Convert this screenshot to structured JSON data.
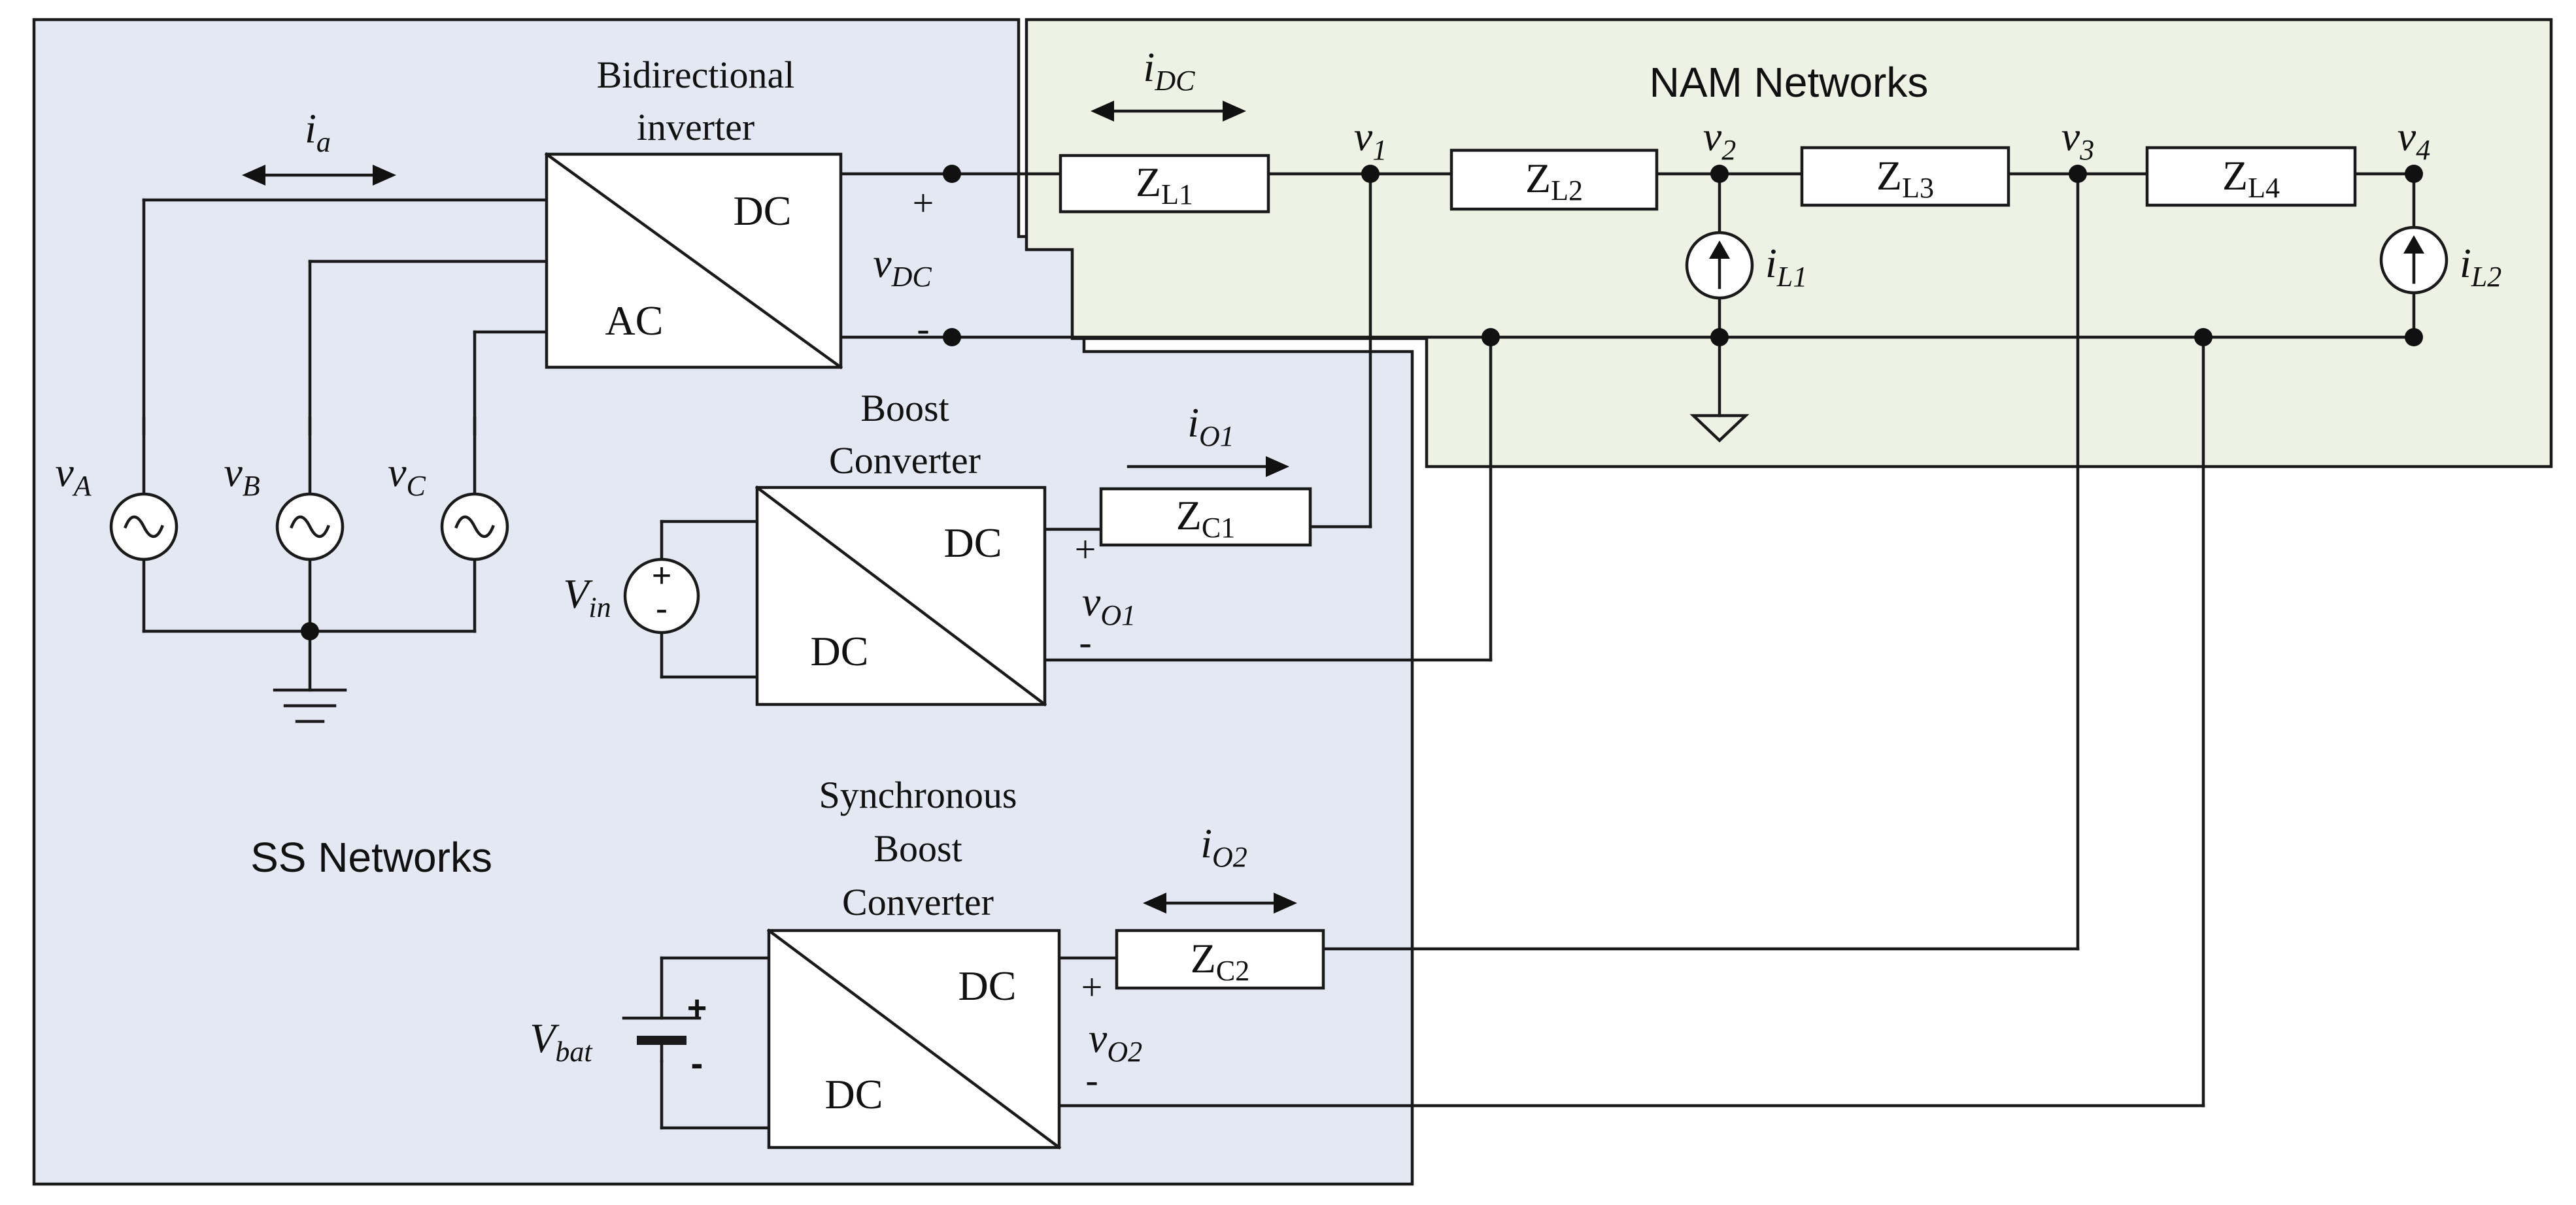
{
  "colors": {
    "ss_region": "#e3e8f2",
    "nam_region": "#eef2e4",
    "line": "#1a1a1a"
  },
  "regions": {
    "ss": "SS Networks",
    "nam": "NAM Networks"
  },
  "converters": {
    "inverter": {
      "title_1": "Bidirectional",
      "title_2": "inverter",
      "top": "DC",
      "bottom": "AC"
    },
    "boost": {
      "title_1": "Boost",
      "title_2": "Converter",
      "top": "DC",
      "bottom": "DC"
    },
    "sync_boost": {
      "title_1": "Synchronous",
      "title_2": "Boost",
      "title_3": "Converter",
      "top": "DC",
      "bottom": "DC"
    }
  },
  "impedances": {
    "zl1": {
      "main": "Z",
      "sub": "L1"
    },
    "zl2": {
      "main": "Z",
      "sub": "L2"
    },
    "zl3": {
      "main": "Z",
      "sub": "L3"
    },
    "zl4": {
      "main": "Z",
      "sub": "L4"
    },
    "zc1": {
      "main": "Z",
      "sub": "C1"
    },
    "zc2": {
      "main": "Z",
      "sub": "C2"
    }
  },
  "currents": {
    "ia": {
      "main": "i",
      "sub": "a"
    },
    "idc": {
      "main": "i",
      "sub": "DC"
    },
    "io1": {
      "main": "i",
      "sub": "O1"
    },
    "io2": {
      "main": "i",
      "sub": "O2"
    },
    "il1": {
      "main": "i",
      "sub": "L1"
    },
    "il2": {
      "main": "i",
      "sub": "L2"
    }
  },
  "voltages": {
    "vdc": {
      "main": "v",
      "sub": "DC"
    },
    "vo1": {
      "main": "v",
      "sub": "O1"
    },
    "vo2": {
      "main": "v",
      "sub": "O2"
    },
    "v1": {
      "main": "v",
      "sub": "1"
    },
    "v2": {
      "main": "v",
      "sub": "2"
    },
    "v3": {
      "main": "v",
      "sub": "3"
    },
    "v4": {
      "main": "v",
      "sub": "4"
    },
    "va": {
      "main": "v",
      "sub": "A"
    },
    "vb": {
      "main": "v",
      "sub": "B"
    },
    "vc": {
      "main": "v",
      "sub": "C"
    },
    "vin": {
      "main": "V",
      "sub": "in"
    },
    "vbat": {
      "main": "V",
      "sub": "bat"
    }
  },
  "polarity": {
    "plus": "+",
    "minus": "-"
  }
}
